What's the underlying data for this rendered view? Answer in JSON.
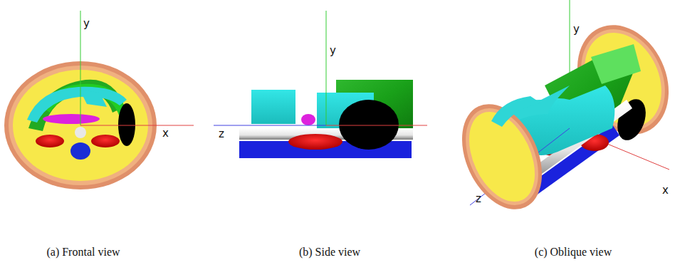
{
  "diagram": {
    "labels": [
      "y",
      "x",
      "y",
      "z",
      "y",
      "x",
      "z",
      "(a) Frontal view",
      "(b) Side view",
      "(c) Oblique view"
    ]
  }
}
